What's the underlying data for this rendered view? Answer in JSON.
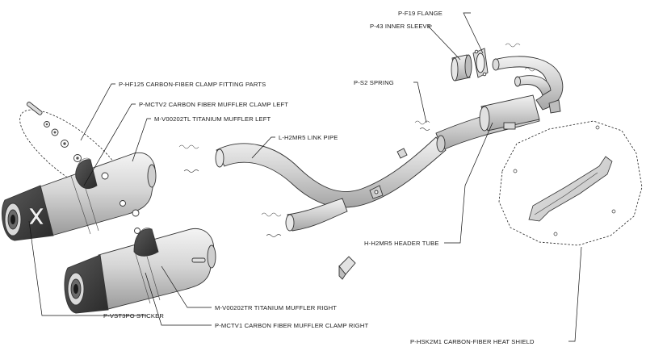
{
  "labels": {
    "flange": "P-F19  FLANGE",
    "inner_sleeve": "P-43  INNER SLEEVE",
    "spring": "P-S2  SPRING",
    "clamp_fitting": "P-HF125  CARBON-FIBER CLAMP FITTING PARTS",
    "clamp_left": "P-MCTV2  CARBON FIBER MUFFLER CLAMP LEFT",
    "muffler_left": "M-V00202TL  TITANIUM MUFFLER LEFT",
    "link_pipe": "L-H2MR5  LINK PIPE",
    "header_tube": "H-H2MR5  HEADER TUBE",
    "sticker": "P-VST3PO  STICKER",
    "muffler_right": "M-V00202TR  TITANIUM MUFFLER RIGHT",
    "clamp_right": "P-MCTV1  CARBON FIBER MUFFLER CLAMP RIGHT",
    "heat_shield": "P-HSK2M1  CARBON-FIBER HEAT SHIELD"
  },
  "colors": {
    "line": "#111111",
    "metal_light": "#ececec",
    "metal_mid": "#c9c9c9",
    "metal_dark": "#8c8c8c",
    "carbon": "#3a3a3a"
  }
}
